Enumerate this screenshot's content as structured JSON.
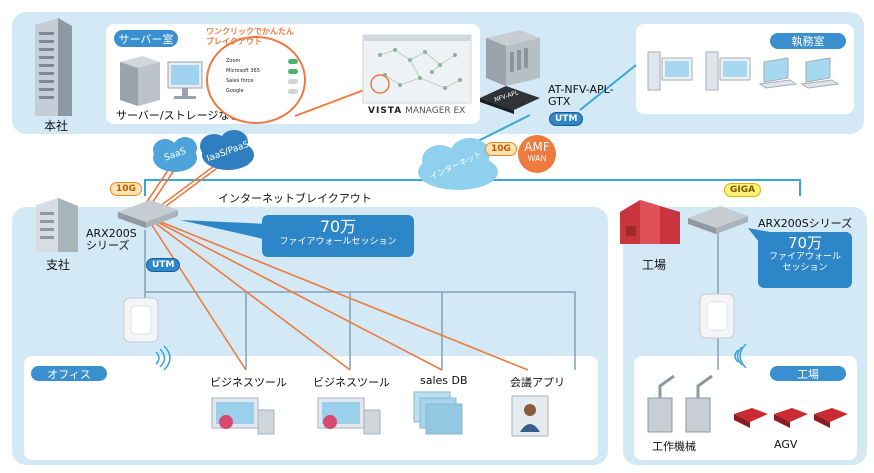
{
  "hq": {
    "label": "本社"
  },
  "server_room": {
    "title": "サーバー室",
    "caption": "サーバー/ストレージなど",
    "oneclick_text": "ワンクリックでかんたん\nブレイクアウト",
    "services": [
      "Zoom",
      "Microsoft 365",
      "Sales force",
      "Google"
    ],
    "vista_text": "VISTA",
    "manager_text": " MANAGER EX"
  },
  "appliance": {
    "label": "AT-NFV-APL-\nGTX",
    "device_text": "NFV-APL",
    "utm": "UTM"
  },
  "office_room": {
    "title": "執務室"
  },
  "cloud": {
    "saas": "SaaS",
    "iaas": "IaaS/PaaS",
    "internet": "インターネット"
  },
  "amf": {
    "line1": "AMF",
    "line2": "WAN"
  },
  "badges": {
    "b10g_1": "10G",
    "b10g_2": "10G",
    "giga": "GIGA"
  },
  "breakout_label": "インターネットブレイクアウト",
  "branch": {
    "label": "支社",
    "router_label": "ARX200S\nシリーズ",
    "utm": "UTM",
    "callout_num": "70万",
    "callout_text": "ファイアウォールセッション",
    "office_title": "オフィス",
    "apps": [
      "ビジネスツール",
      "ビジネスツール",
      "sales DB",
      "会議アプリ"
    ]
  },
  "factory": {
    "label": "工場",
    "router_label": "ARX200Sシリーズ",
    "callout_num": "70万",
    "callout_text": "ファイアウォール\nセッション",
    "area_title": "工場",
    "machines": "工作機械",
    "agv": "AGV"
  },
  "colors": {
    "panel": "#d3e9f6",
    "accent_blue": "#3a8fce",
    "orange": "#ee7a40",
    "line_blue": "#3aa6d8"
  }
}
